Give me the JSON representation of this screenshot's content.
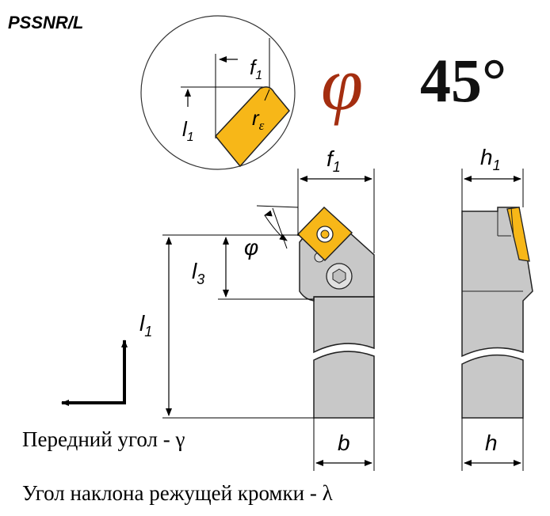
{
  "title": "PSSNR/L",
  "angle": {
    "symbol": "φ",
    "value": "45°"
  },
  "detail": {
    "f": "f",
    "l": "l",
    "sub1": "1",
    "r": "r",
    "eps": "ε"
  },
  "top": {
    "f": "f",
    "h": "h",
    "sub1": "1"
  },
  "main": {
    "l3": "l",
    "sub3": "3",
    "l1": "l",
    "sub1": "1",
    "phi": "φ",
    "b": "b",
    "h": "h"
  },
  "legend": {
    "rake_angle": "Передний угол - γ",
    "inclination": "Угол наклона режущей кромки - λ"
  },
  "colors": {
    "insert": "#f7b718",
    "angle": "#a42e10",
    "body": "#c8c8c8",
    "outline": "#222222"
  }
}
